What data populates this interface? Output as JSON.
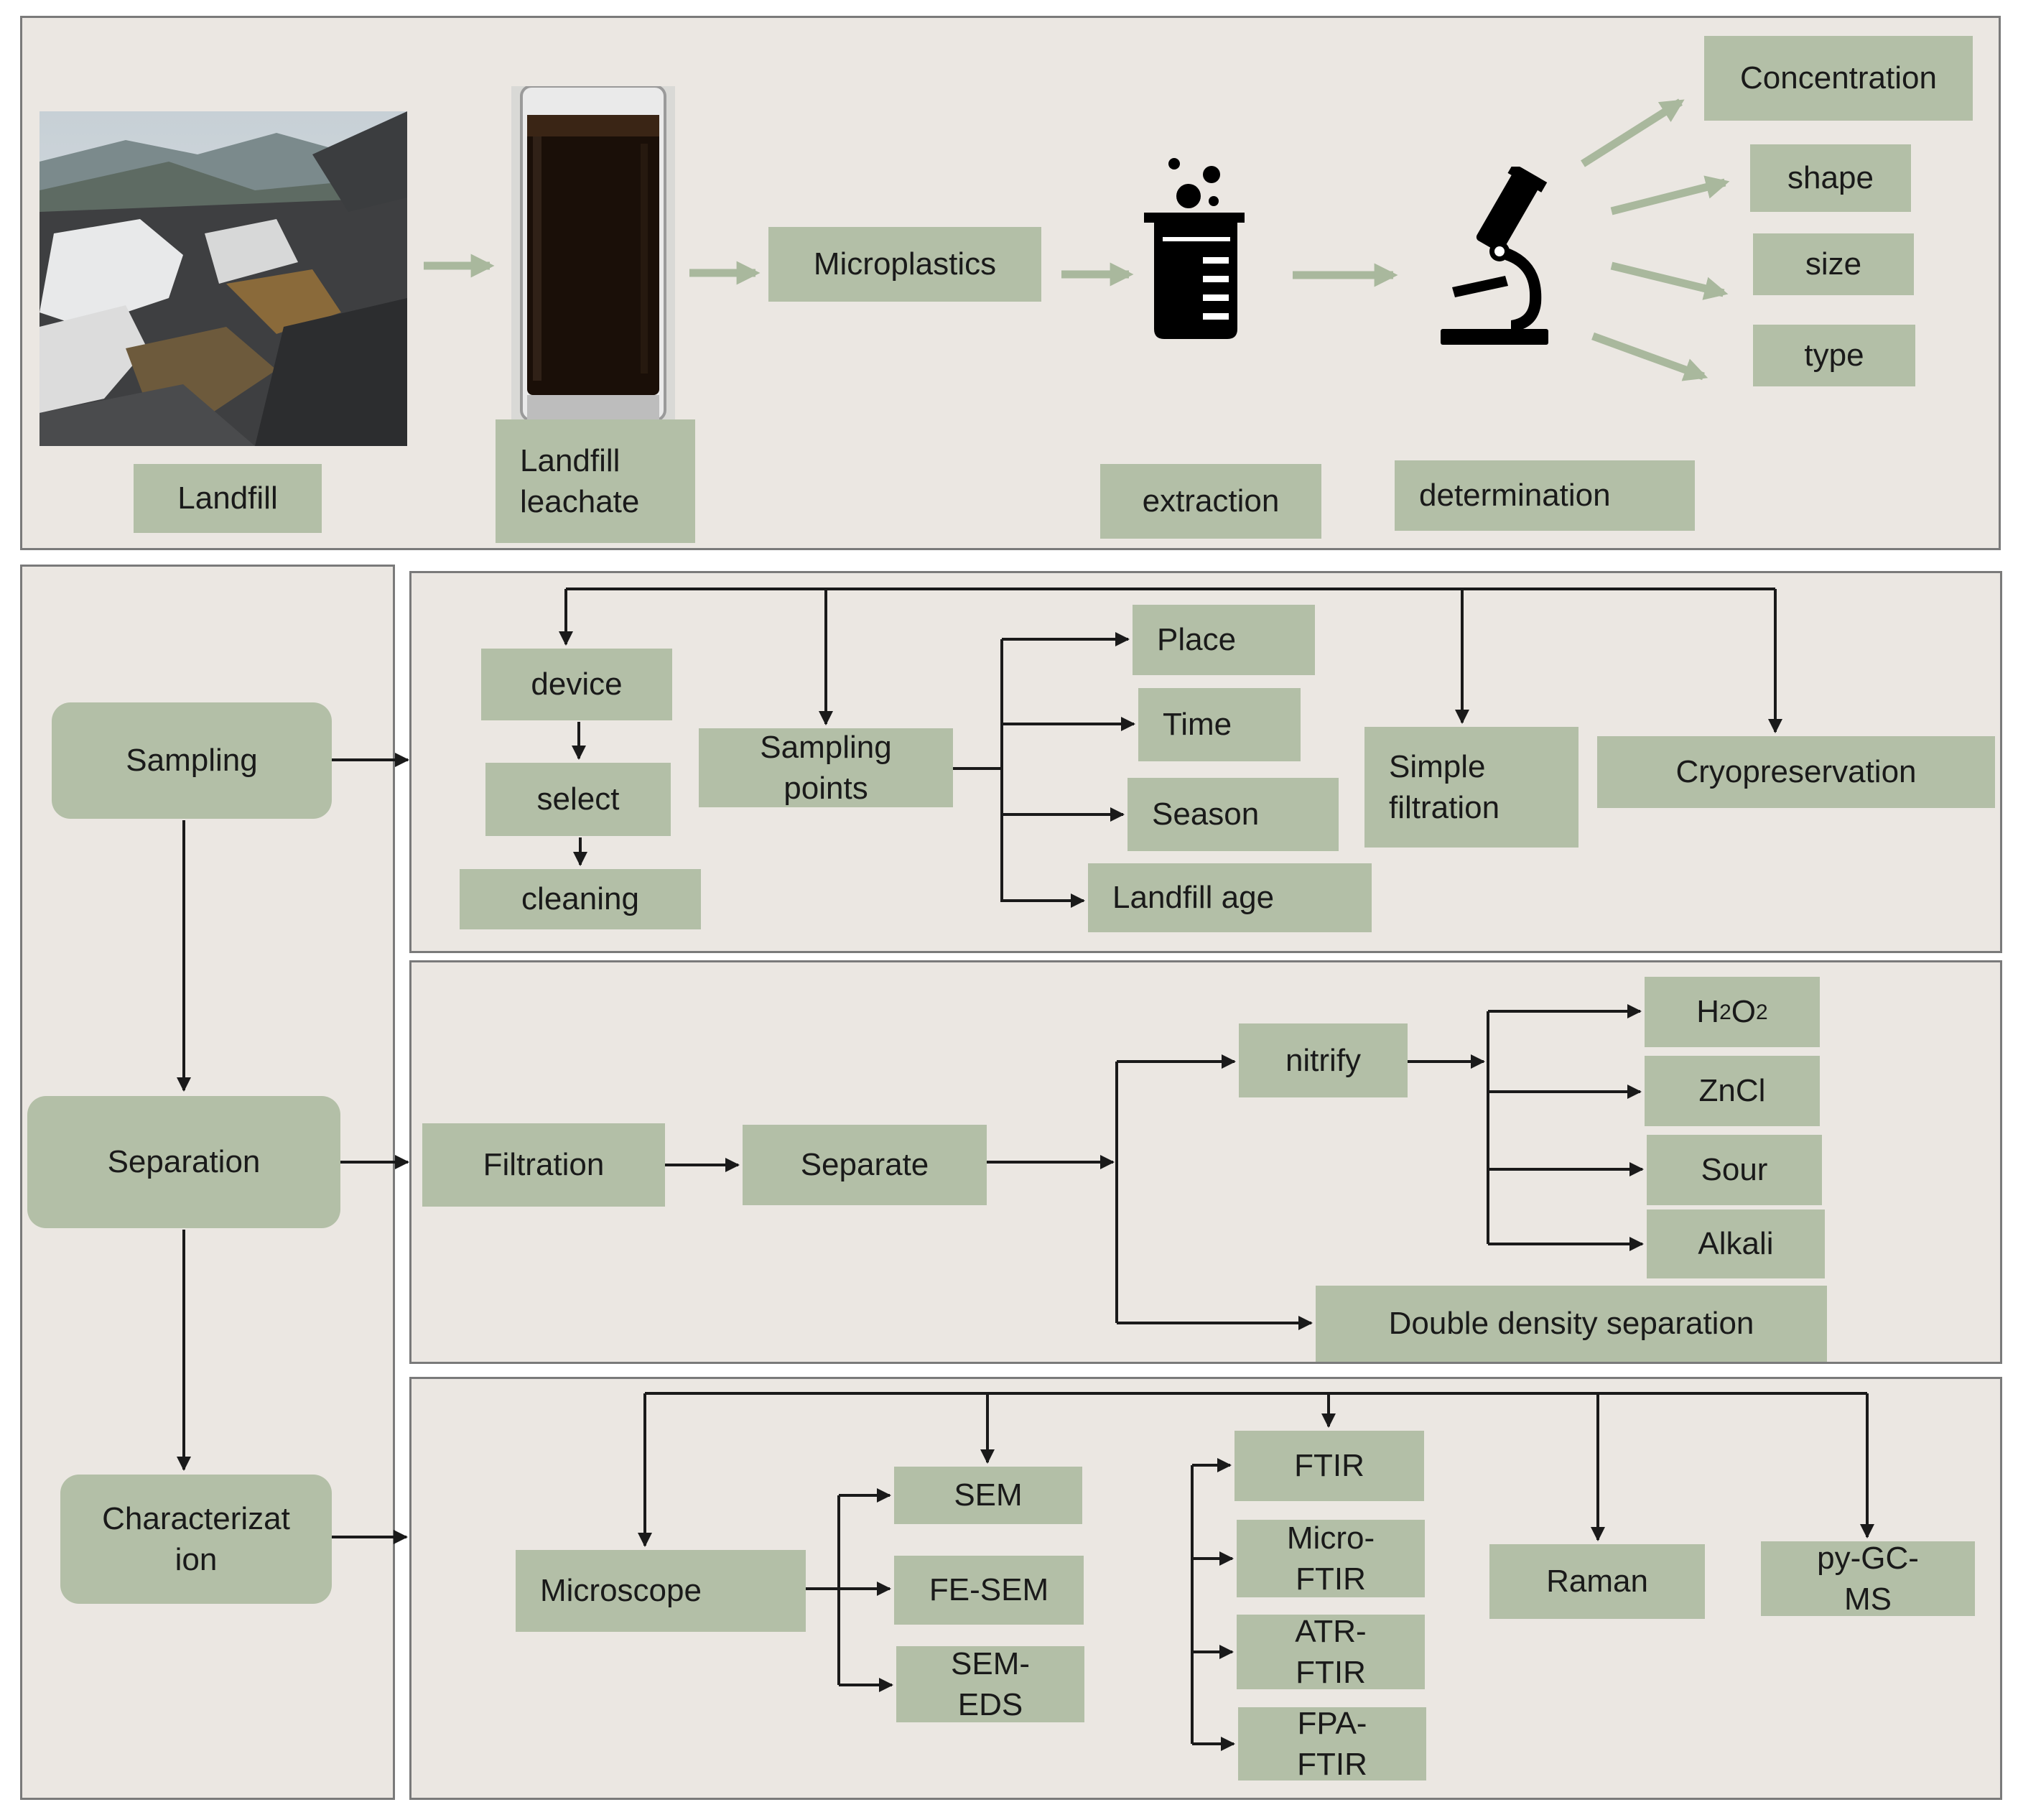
{
  "top_flow": {
    "landfill": "Landfill",
    "leachate": "Landfill\nleachate",
    "microplastics": "Microplastics",
    "extraction": "extraction",
    "determination": "determination",
    "outputs": [
      "Concentration",
      "shape",
      "size",
      "type"
    ]
  },
  "stages": {
    "sampling": "Sampling",
    "separation": "Separation",
    "characterization": "Characterizat\nion"
  },
  "sampling": {
    "device": "device",
    "select": "select",
    "cleaning": "cleaning",
    "sampling_points": "Sampling\npoints",
    "point_factors": [
      "Place",
      "Time",
      "Season",
      "Landfill age"
    ],
    "simple_filtration": "Simple\nfiltration",
    "cryopreservation": "Cryopreservation"
  },
  "separation": {
    "filtration": "Filtration",
    "separate": "Separate",
    "nitrify": "nitrify",
    "reagents": [
      "ZnCl",
      "Sour",
      "Alkali"
    ],
    "h2o2": {
      "h": "H",
      "two_a": "2",
      "o": "O",
      "two_b": "2"
    },
    "double_density": "Double density separation"
  },
  "characterization": {
    "microscope": "Microscope",
    "sem_group": [
      "SEM",
      "FE-SEM",
      "SEM-\nEDS"
    ],
    "ftir_group": [
      "FTIR",
      "Micro-\nFTIR",
      "ATR-\nFTIR",
      "FPA-\nFTIR"
    ],
    "raman": "Raman",
    "pygcms": "py-GC-\nMS"
  },
  "colors": {
    "panel_bg": "#ebe7e2",
    "box_fill": "#b3bfa7",
    "top_arrow": "#a9b89d",
    "line": "#1a1a1a",
    "border": "#7a7a7a"
  },
  "icons": [
    "beaker-icon",
    "microscope-icon"
  ]
}
